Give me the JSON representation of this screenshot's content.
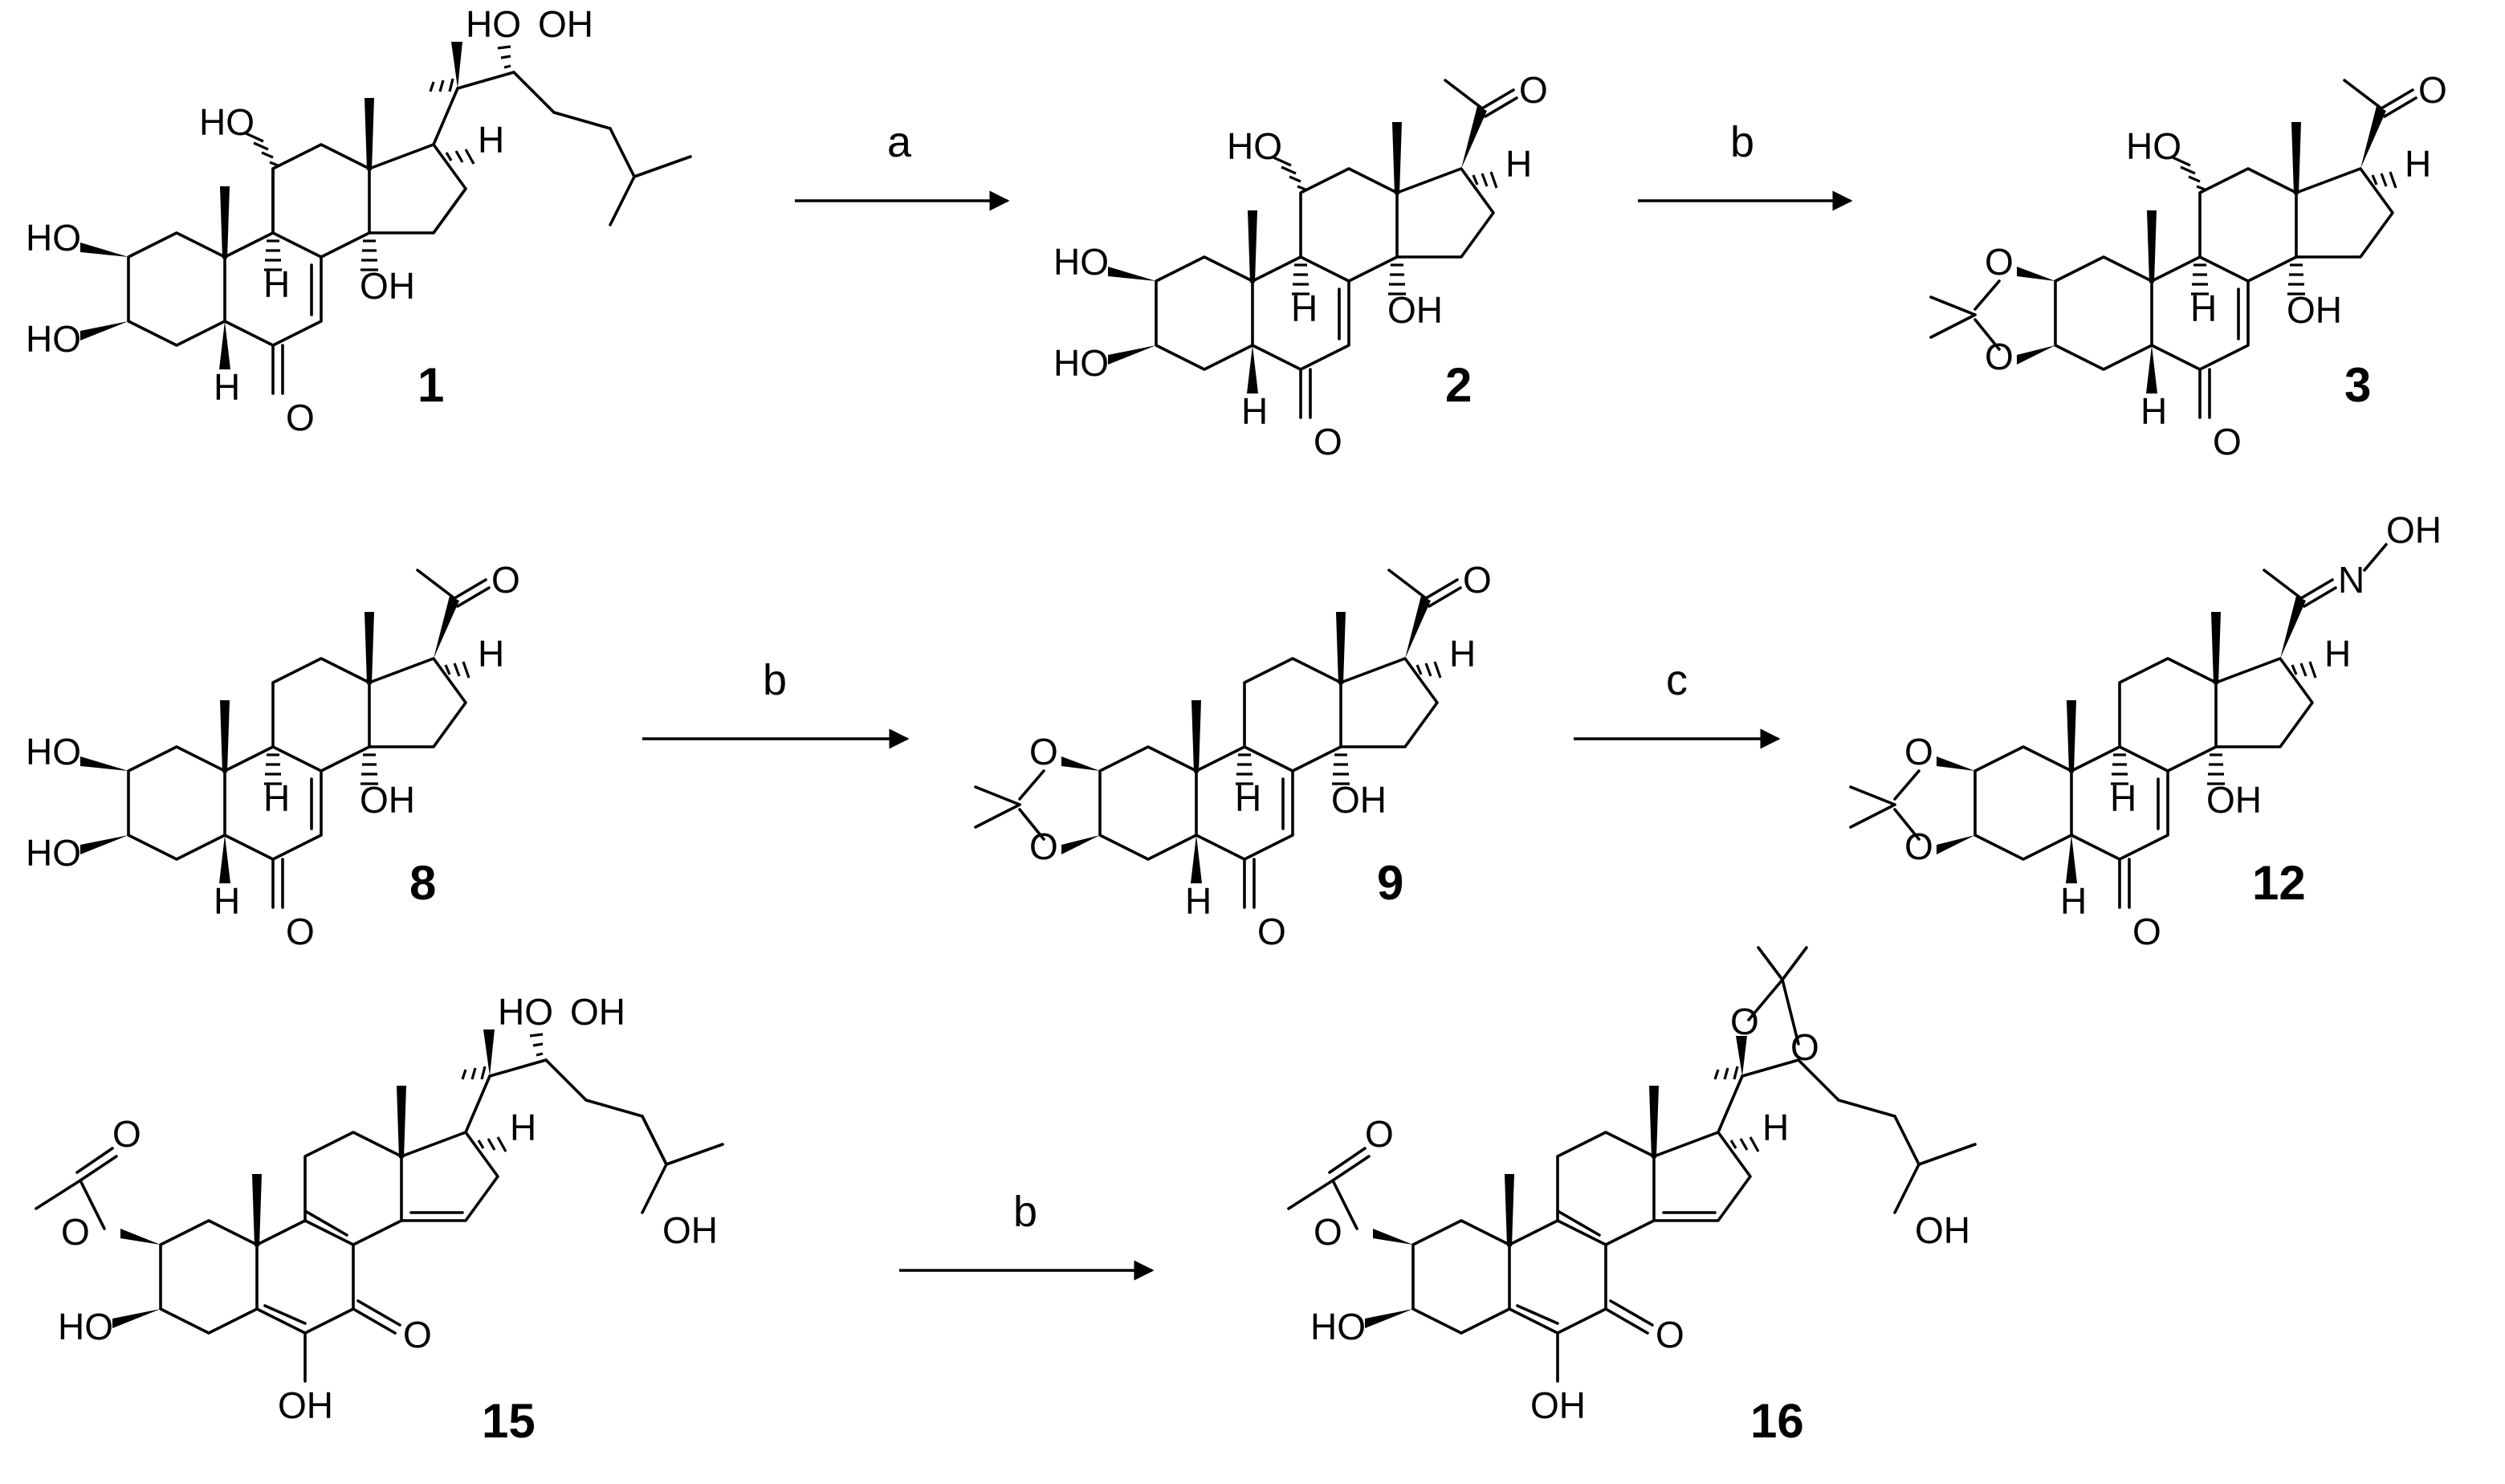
{
  "atoms": {
    "ho": "HO",
    "oh": "OH",
    "h": "H",
    "o": "O",
    "n": "N"
  },
  "reagents": {
    "a": "a",
    "b": "b",
    "c": "c"
  },
  "compounds": {
    "c1": "1",
    "c2": "2",
    "c3": "3",
    "c8": "8",
    "c9": "9",
    "c12": "12",
    "c15": "15",
    "c16": "16"
  }
}
